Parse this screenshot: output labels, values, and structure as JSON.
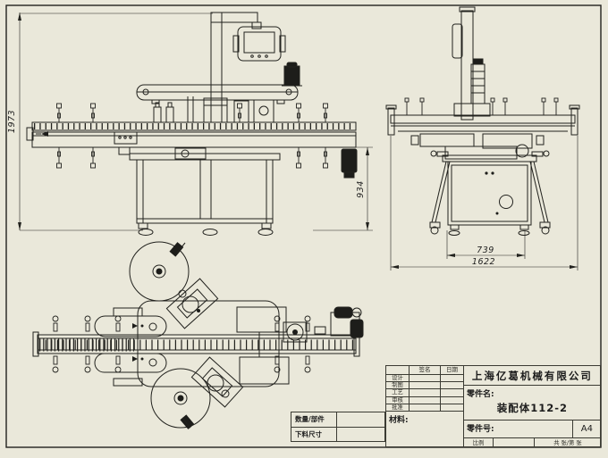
{
  "sheet": {
    "background": "#eae8da",
    "line_color": "#22221e",
    "paper_size": "A4"
  },
  "dimensions": {
    "front_height": "1973",
    "front_base_height": "934",
    "side_inner_width": "739",
    "side_outer_width": "1622"
  },
  "title_block": {
    "company": "上海亿葛机械有限公司",
    "part_name_label": "零件名:",
    "part_name": "装配体112-2",
    "part_no_label": "零件号:",
    "material_label": "材料:",
    "paper_size": "A4",
    "scale_label": "比例",
    "sheets_label": "共 张/第 张",
    "sign_header": "签名",
    "date_header": "日期",
    "approval_rows": [
      "设计",
      "制图",
      "工艺",
      "审核",
      "批准"
    ]
  },
  "parts_table": {
    "qty_label": "数量/部件",
    "cut_label": "下料尺寸",
    "qty_value": "",
    "cut_value": ""
  }
}
